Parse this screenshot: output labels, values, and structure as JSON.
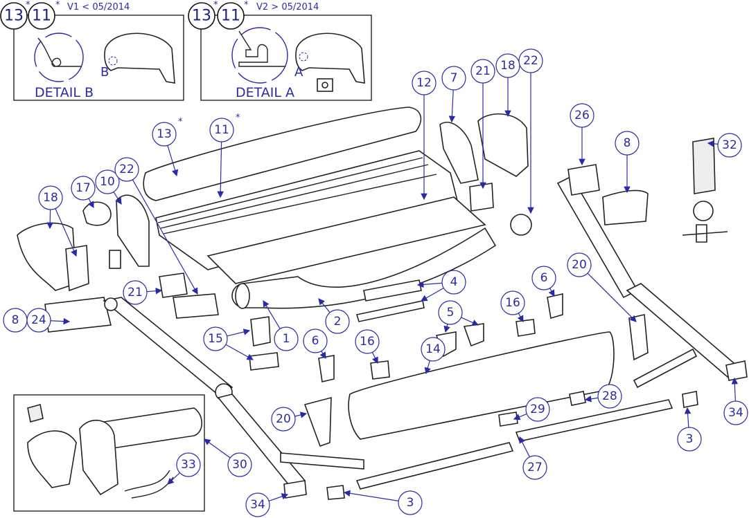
{
  "variants": [
    {
      "badge_a": "13",
      "badge_b": "11",
      "star": "*",
      "version": "V1 < 05/2014",
      "detail_label": "DETAIL B",
      "detail_letter": "B"
    },
    {
      "badge_a": "13",
      "badge_b": "11",
      "star": "*",
      "version": "V2 > 05/2014",
      "detail_label": "DETAIL A",
      "detail_letter": "A"
    }
  ],
  "callouts": [
    "13",
    "11",
    "12",
    "7",
    "21",
    "18",
    "22",
    "26",
    "8",
    "32",
    "18",
    "17",
    "10",
    "22",
    "21",
    "8",
    "24",
    "15",
    "1",
    "2",
    "4",
    "5",
    "6",
    "16",
    "6",
    "16",
    "14",
    "20",
    "28",
    "29",
    "20",
    "30",
    "33",
    "27",
    "3",
    "34",
    "34",
    "3"
  ],
  "starred": {
    "first": "*",
    "second": "*"
  },
  "colors": {
    "callout": "#2a2aa8",
    "line": "#222222"
  }
}
